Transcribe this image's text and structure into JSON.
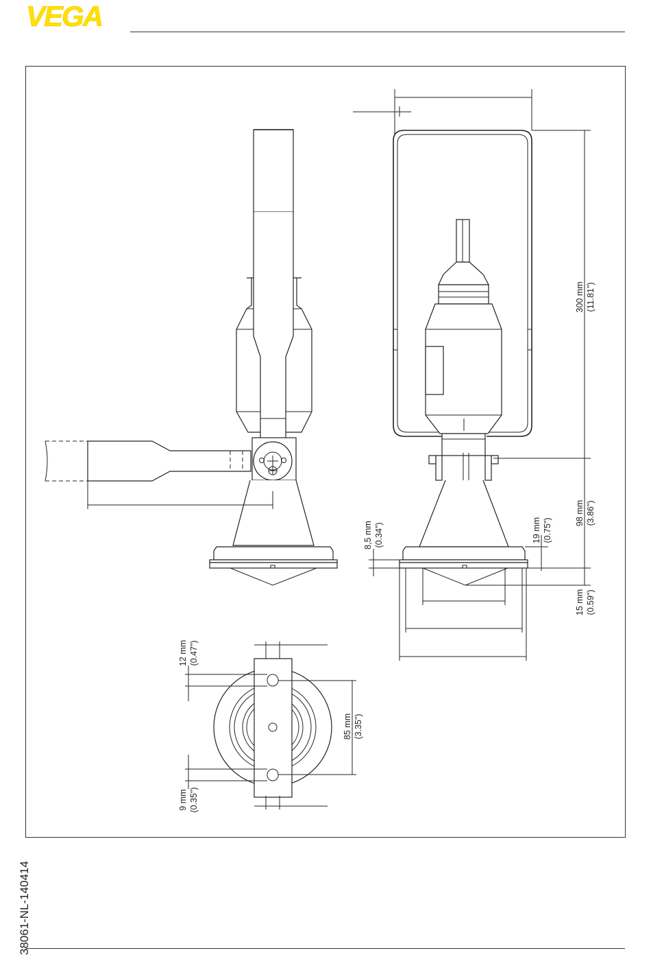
{
  "header": {
    "brand": "VEGA",
    "brand_color": "#ffe000"
  },
  "drawing": {
    "dimensions": {
      "d300": {
        "mm": "300 mm",
        "inch": "(11.81\")"
      },
      "d98": {
        "mm": "98 mm",
        "inch": "(3.86\")"
      },
      "d19": {
        "mm": "19 mm",
        "inch": "(0.75\")"
      },
      "d8_5": {
        "mm": "8,5 mm",
        "inch": "(0.34\")"
      },
      "d15": {
        "mm": "15 mm",
        "inch": "(0.59\")"
      },
      "d12": {
        "mm": "12 mm",
        "inch": "(0.47\")"
      },
      "d85": {
        "mm": "85 mm",
        "inch": "(3.35\")"
      },
      "d9": {
        "mm": "9 mm",
        "inch": "(0.35\")"
      }
    }
  },
  "footer": {
    "doc_id": "38061-NL-140414"
  }
}
